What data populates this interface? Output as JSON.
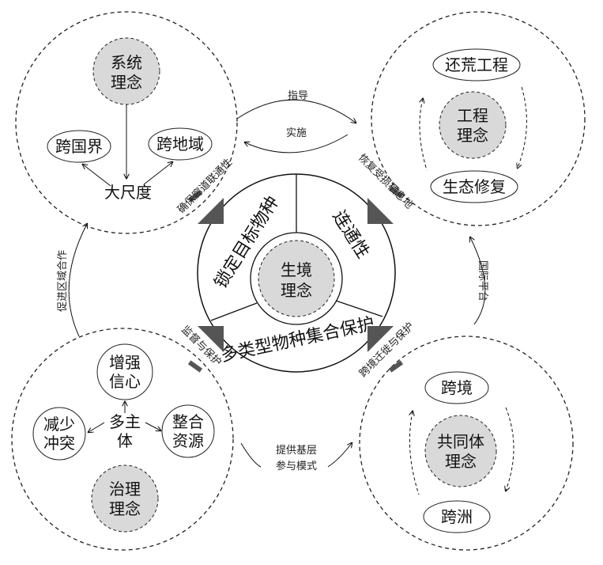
{
  "center": {
    "title_line1": "生境",
    "title_line2": "理念",
    "segments": [
      "锁定目标物种",
      "连通性",
      "多类型物种集合保护"
    ]
  },
  "top_left": {
    "concept_line1": "系统",
    "concept_line2": "理念",
    "left": "跨国界",
    "right": "跨地域",
    "bottom": "大尺度"
  },
  "top_right": {
    "top": "还荒工程",
    "concept_line1": "工程",
    "concept_line2": "理念",
    "bottom": "生态修复"
  },
  "bottom_left": {
    "top_line1": "增强",
    "top_line2": "信心",
    "left_line1": "减少",
    "left_line2": "冲突",
    "center_line1": "多主",
    "center_line2": "体",
    "right_line1": "整合",
    "right_line2": "资源",
    "concept_line1": "治理",
    "concept_line2": "理念"
  },
  "bottom_right": {
    "top": "跨境",
    "concept_line1": "共同体",
    "concept_line2": "理念",
    "bottom": "跨洲"
  },
  "links": {
    "guide": "指导",
    "implement": "实施",
    "regional": "促进区域合作",
    "platform": "国际平台",
    "grassroots_line1": "提供基层",
    "grassroots_line2": "参与模式"
  },
  "connectors": {
    "tl": "确保廊道联通性",
    "tr": "恢复受损栖息地",
    "bl": "监督与保护",
    "br": "跨境迁徙与保护"
  },
  "colors": {
    "concept_fill": "#d9d9d9",
    "marker": "#555555"
  }
}
